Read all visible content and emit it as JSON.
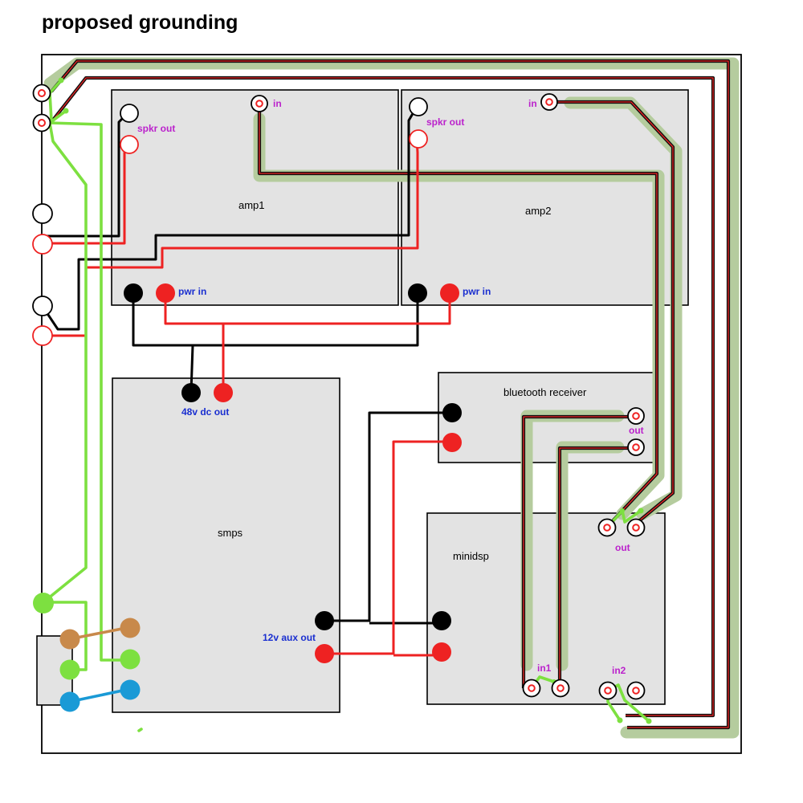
{
  "title": "proposed grounding",
  "components": {
    "amp1": "amp1",
    "amp2": "amp2",
    "smps": "smps",
    "bluetooth": "bluetooth receiver",
    "minidsp": "minidsp"
  },
  "labels": {
    "amp1_in": "in",
    "amp1_spkr_out": "spkr out",
    "amp1_pwr_in": "pwr in",
    "amp2_in": "in",
    "amp2_spkr_out": "spkr out",
    "amp2_pwr_in": "pwr in",
    "smps_dc_out": "48v dc out",
    "smps_aux_out": "12v aux out",
    "bt_out": "out",
    "dsp_out": "out",
    "dsp_in1": "in1",
    "dsp_in2": "in2"
  },
  "colors": {
    "box_fill": "#e3e3e3",
    "power_positive": "#ee2222",
    "power_negative": "#000000",
    "ground_wire": "#7de040",
    "mains_live": "#c8894a",
    "mains_neutral": "#1a9ad6",
    "signal_shield": "#b5cc9e",
    "port_label": "#bb22cc",
    "power_label": "#1a2fd0"
  }
}
